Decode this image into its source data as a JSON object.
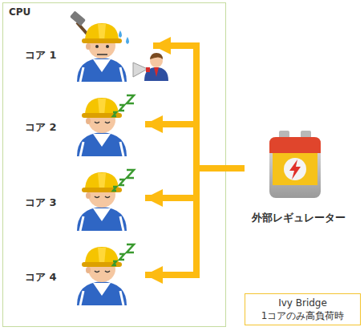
{
  "diagram": {
    "nodes": [
      {
        "text": [
          "CPU"
        ]
      },
      {
        "text": [
          "コア 1"
        ],
        "in": 0
      },
      {
        "text": [
          "コア 2"
        ],
        "in": 0
      },
      {
        "text": [
          "コア 3"
        ],
        "in": 0
      },
      {
        "text": [
          "コア 4"
        ],
        "in": 0
      },
      {
        "text": [
          "外部レギュレーター"
        ]
      },
      {
        "text": [
          "Ivy Bridge",
          "1コアのみ高負荷時"
        ]
      }
    ],
    "edges": [
      {
        "from": 5,
        "to": 1,
        "arrow": "to"
      },
      {
        "from": 5,
        "to": 2,
        "arrow": "to"
      },
      {
        "from": 5,
        "to": 3,
        "arrow": "to"
      },
      {
        "from": 5,
        "to": 4,
        "arrow": "to"
      }
    ]
  }
}
